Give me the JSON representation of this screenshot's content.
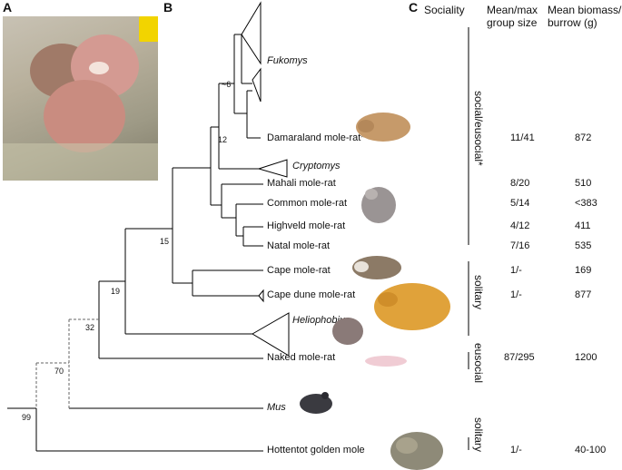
{
  "panels": {
    "a": "A",
    "b": "B",
    "c": "C"
  },
  "headers": {
    "sociality": "Sociality",
    "group_size_l1": "Mean/max",
    "group_size_l2": "group size",
    "biomass_l1": "Mean biomass/",
    "biomass_l2": "burrow (g)"
  },
  "taxa": {
    "fukomys": "Fukomys",
    "damaraland": "Damaraland mole-rat*",
    "cryptomys": "Cryptomys",
    "mahali": "Mahali mole-rat",
    "common": "Common mole-rat",
    "highveld": "Highveld mole-rat",
    "natal": "Natal mole-rat",
    "cape": "Cape mole-rat",
    "cape_dune": "Cape dune mole-rat",
    "heliophobius": "Heliophobius",
    "naked": "Naked mole-rat",
    "mus": "Mus",
    "hottentot": "Hottentot golden mole"
  },
  "nodes": {
    "n6": "~6",
    "n12": "12",
    "n15": "15",
    "n19": "19",
    "n32": "32",
    "n70": "70",
    "n99": "99"
  },
  "groups": {
    "social": "social/eusocial*",
    "solitary1": "solitary",
    "eusocial": "eusocial",
    "solitary2": "solitary"
  },
  "rows": {
    "damaraland": {
      "size": "11/41",
      "biomass": "872"
    },
    "mahali": {
      "size": "8/20",
      "biomass": "510"
    },
    "common": {
      "size": "5/14",
      "biomass": "<383"
    },
    "highveld": {
      "size": "4/12",
      "biomass": "411"
    },
    "natal": {
      "size": "7/16",
      "biomass": "535"
    },
    "cape": {
      "size": "1/-",
      "biomass": "169"
    },
    "cape_dune": {
      "size": "1/-",
      "biomass": "877"
    },
    "naked": {
      "size": "87/295",
      "biomass": "1200"
    },
    "hottentot": {
      "size": "1/-",
      "biomass": "40-100"
    }
  },
  "colors": {
    "line": "#000000",
    "dashed": "#666666",
    "highlight": "#f2d400"
  }
}
